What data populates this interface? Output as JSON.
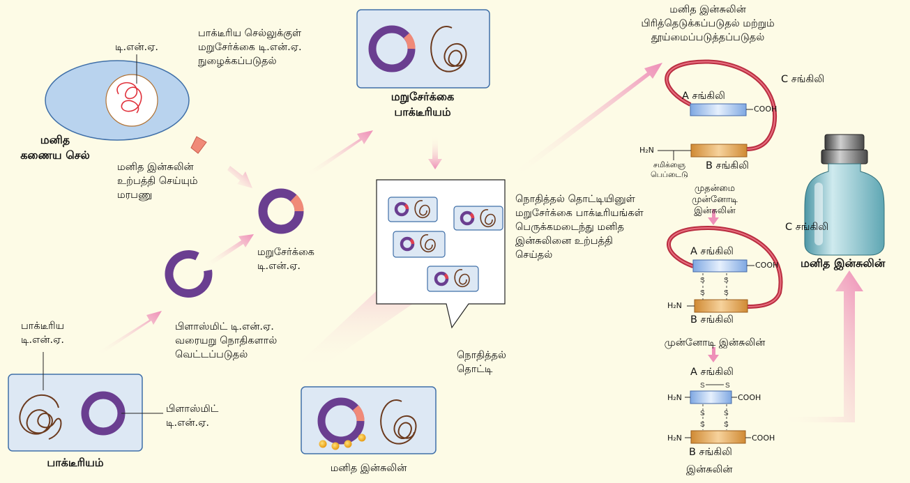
{
  "labels": {
    "bact_dna_top": "டி.என்.ஏ.",
    "human_cell": "மனித\nகணைய செல்",
    "insulin_gene": "மனித இன்சுலின்\nஉற்பத்தி செய்யும்\nமரபணு",
    "recomb_dna_insert": "பாக்டீரிய செல்லுக்குள்\nமறுசேர்க்கை டி.என்.ஏ.\nநுழைக்கப்படுதல்",
    "recomb_bacterium": "மறுசேர்க்கை\nபாக்டீரியம்",
    "recomb_dna": "மறுசேர்க்கை\nடி.என்.ஏ.",
    "plasmid_cut": "பிளாஸ்மிட் டி.என்.ஏ.\nவரையறு நொதிகளால்\nவெட்டப்படுதல்",
    "bact_dna": "பாக்டீரிய\nடி.என்.ஏ.",
    "plasmid_dna": "பிளாஸ்மிட்\nடி.என்.ஏ.",
    "bacterium": "பாக்டீரியம்",
    "fermenter_desc": "நொதித்தல் தொட்டியினுள்\nமறுசேர்க்கை பாக்டீரியங்கள்\nபெருக்கமடைந்து மனித\nஇன்சுலினை உற்பத்தி\nசெய்தல்",
    "fermenter": "நொதித்தல்\nதொட்டி",
    "human_insulin_bottom": "மனித இன்சுலின்",
    "extraction": "மனித இன்சுலின்\nபிரித்தெடுக்கப்படுதல் மற்றும்\nதூய்மைப்படுத்தப்படுதல்",
    "c_chain_1": "C சங்கிலி",
    "a_chain_1": "A சங்கிலி",
    "b_chain_1": "B சங்கிலி",
    "signal_peptide": "சமிக்ஞை\nபெப்டைடு",
    "preproinsulin": "முதன்மை முன்னோடி\nஇன்சுலின்",
    "c_chain_2": "C சங்கிலி",
    "a_chain_2": "A சங்கிலி",
    "b_chain_2": "B சங்கிலி",
    "proinsulin": "முன்னோடி இன்சுலின்",
    "a_chain_3": "A சங்கிலி",
    "b_chain_3": "B சங்கிலி",
    "insulin": "இன்சுலின்",
    "human_insulin_vial": "மனித இன்சுலின்",
    "h2n_1": "H₂N",
    "h2n_2": "H₂N",
    "h2n_3": "H₂N",
    "h2n_4": "H₂N",
    "cooh_1": "COOH",
    "cooh_2": "COOH",
    "cooh_3": "COOH",
    "cooh_4": "COOH",
    "ss_1": "S",
    "ss_2": "S"
  },
  "colors": {
    "background": "#FDFBE6",
    "box_fill": "#DDE8F4",
    "box_stroke": "#3F6FA8",
    "plasmid": "#6A3E90",
    "insert": "#F08A78",
    "dna": "#6B3A1E",
    "cell": "#B9D3EE",
    "arrow": "#EE8FB8",
    "chain_loop": "#C8344A",
    "a_chain": "#A9C7EE",
    "b_chain": "#E2A350",
    "vial": "#6FB3BE"
  }
}
